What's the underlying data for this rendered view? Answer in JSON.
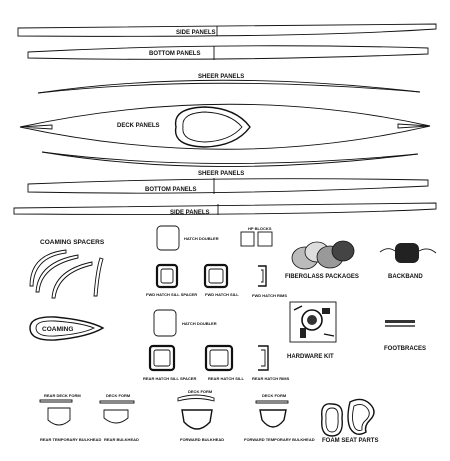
{
  "labels": {
    "side_panels_top": "SIDE PANELS",
    "bottom_panels_top": "BOTTOM PANELS",
    "sheer_panels_top": "SHEER PANELS",
    "deck_panels": "DECK PANELS",
    "sheer_panels_bottom": "SHEER PANELS",
    "bottom_panels_bottom": "BOTTOM PANELS",
    "side_panels_bottom": "SIDE PANELS",
    "coaming_spacers": "COAMING SPACERS",
    "coaming": "COAMING",
    "hatch_doubler_1": "HATCH DOUBLER",
    "fwd_hatch_sill_spacer": "FWD HATCH SILL SPACER",
    "fwd_hatch_sill": "FWD HATCH SILL",
    "hatch_doubler_2": "HATCH DOUBLER",
    "rear_hatch_sill_spacer": "REAR HATCH SILL SPACER",
    "rear_hatch_sill": "REAR HATCH SILL",
    "hp_blocks": "HP BLOCKS",
    "fwd_hatch_rims": "FWD HATCH RIMS",
    "rear_hatch_rims": "REAR HATCH RIMS",
    "fiberglass_packages": "FIBERGLASS PACKAGES",
    "backband": "BACKBAND",
    "hardware_kit": "HARDWARE KIT",
    "footbraces": "FOOTBRACES",
    "rear_deck_form": "REAR DECK FORM",
    "rear_temporary_bulkhead": "REAR TEMPORARY BULKHEAD",
    "deck_form_1": "DECK FORM",
    "rear_bulkhead": "REAR BULKHEAD",
    "deck_form_2": "DECK FORM",
    "forward_bulkhead": "FORWARD BULKHEAD",
    "deck_form_3": "DECK FORM",
    "forward_temporary_bulkhead": "FORWARD TEMPORARY BULKHEAD",
    "foam_seat_parts": "FOAM SEAT PARTS"
  }
}
